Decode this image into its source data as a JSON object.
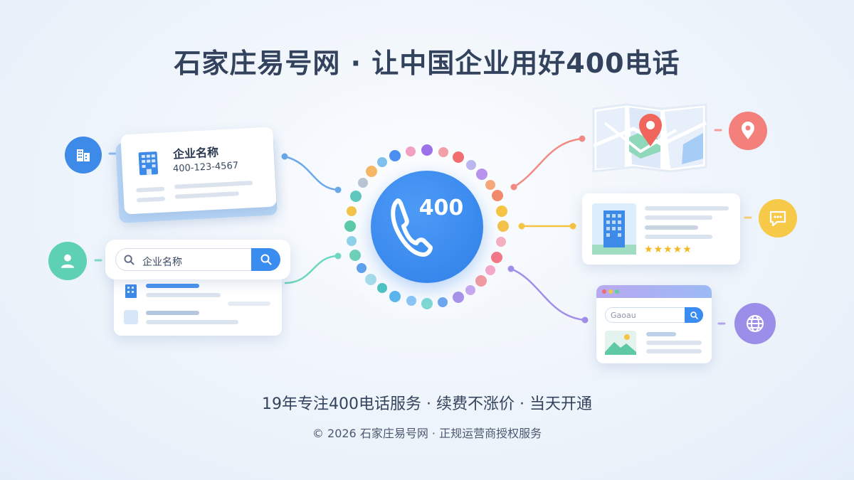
{
  "header": {
    "title": "石家庄易号网 · 让中国企业用好400电话"
  },
  "hub": {
    "number": "400"
  },
  "business_card": {
    "name": "企业名称",
    "phone": "400-123-4567"
  },
  "search_panel": {
    "query": "企业名称"
  },
  "review_card": {
    "stars": "★★★★★",
    "rating": 5
  },
  "browser_card": {
    "search_text": "Gaoau"
  },
  "tagline": "19年专注400电话服务 · 续费不涨价 · 当天开通",
  "footer": "© 2026 石家庄易号网 · 正规运营商授权服务",
  "icons": [
    "building-icon",
    "user-icon",
    "location-pin-icon",
    "chat-icon",
    "globe-icon",
    "phone-icon",
    "map-icon"
  ],
  "colors": {
    "hub_blue": "#3b8cf0",
    "map_red": "#f0756a",
    "chat_yellow": "#f7c948",
    "globe_purple": "#9b8ee8",
    "user_green": "#5ed0b4",
    "building_blue": "#3e8ae8"
  }
}
